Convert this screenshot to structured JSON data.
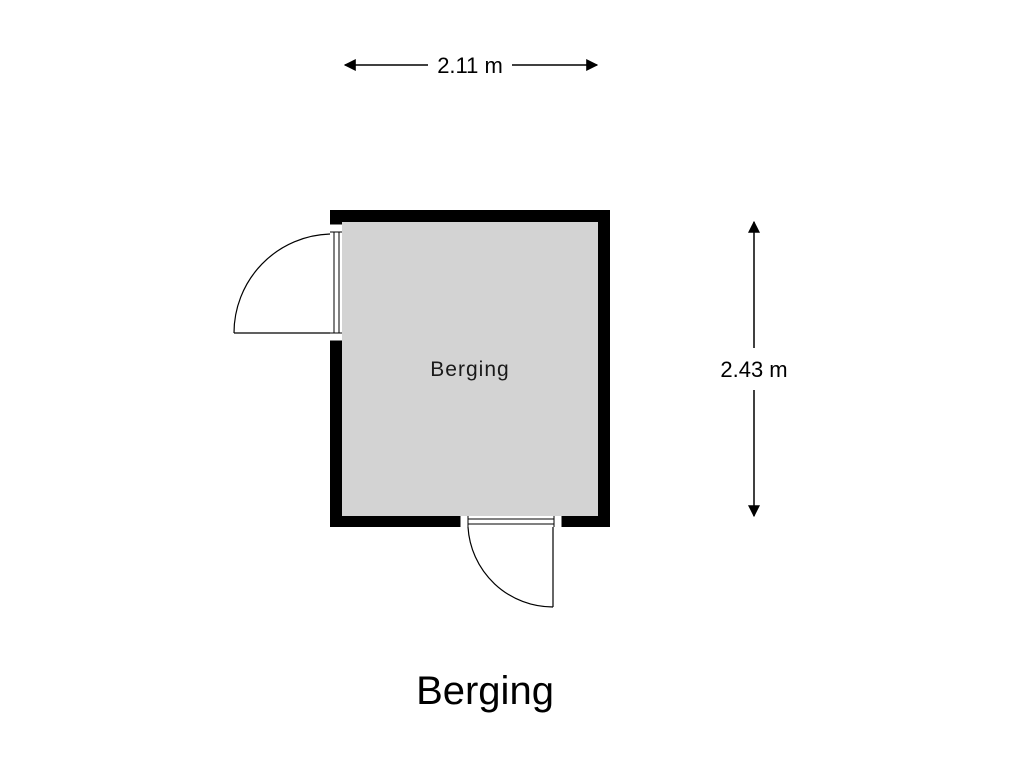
{
  "floor_plan": {
    "title": "Berging",
    "rooms": [
      {
        "name": "Berging"
      }
    ],
    "dimensions": {
      "width": "2.11 m",
      "depth": "2.43 m"
    }
  },
  "colors": {
    "wall": "#000000",
    "floor": "#d3d3d3",
    "background": "#ffffff",
    "door_line": "#000000"
  }
}
